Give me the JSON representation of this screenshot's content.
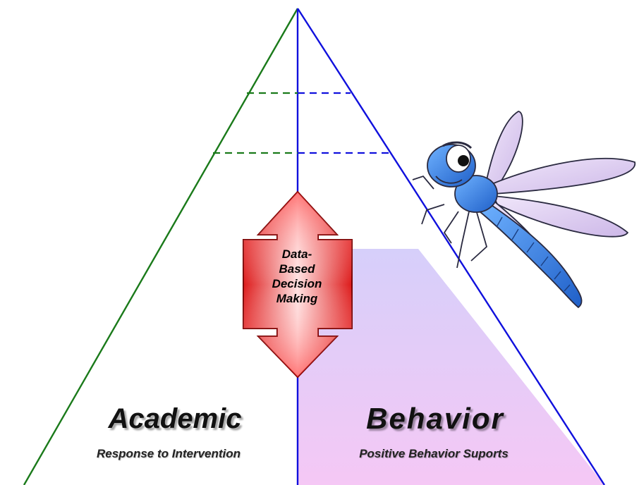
{
  "diagram": {
    "type": "two-sided pyramid",
    "left_side": {
      "title": "Academic",
      "subtitle": "Response to Intervention",
      "line_color": "#1a7a1a"
    },
    "right_side": {
      "title": "Behavior",
      "subtitle": "Positive Behavior Suports",
      "line_color": "#1010dd",
      "fill_top": "#d6cffa",
      "fill_bottom": "#f5c8f5"
    },
    "center_arrow": {
      "label_lines": [
        "Data-",
        "Based",
        "Decision",
        "Making"
      ],
      "fill_light": "#ffffff",
      "fill_dark": "#dd1a1a",
      "stroke": "#7a0000"
    },
    "tier_dividers": 2,
    "illustration": "dragonfly"
  }
}
